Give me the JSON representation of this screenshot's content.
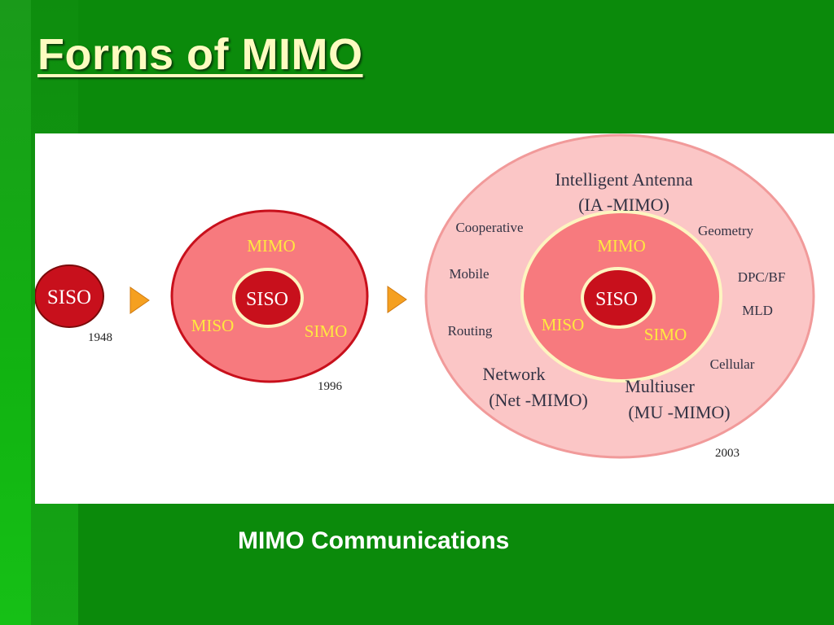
{
  "slide": {
    "title": "Forms of MIMO",
    "caption": "MIMO Communications"
  },
  "colors": {
    "background_green": "#0b8a0b",
    "title_color": "#fdfbc0",
    "siso_red": "#c8101c",
    "ring_pink": "#f77a7e",
    "outer_pink": "#fbc6c6",
    "arrow_orange": "#f5a020",
    "label_yellow": "#ffe840"
  },
  "diagram": {
    "stage1": {
      "core": "SISO",
      "year": "1948"
    },
    "stage2": {
      "core": "SISO",
      "top": "MIMO",
      "left": "MISO",
      "right": "SIMO",
      "year": "1996"
    },
    "stage3": {
      "core": "SISO",
      "ring_top": "MIMO",
      "ring_left": "MISO",
      "ring_right": "SIMO",
      "outer_title_1": "Intelligent Antenna",
      "outer_title_2": "(IA -MIMO)",
      "cooperative": "Cooperative",
      "geometry": "Geometry",
      "mobile": "Mobile",
      "dpc_bf": "DPC/BF",
      "mld": "MLD",
      "routing": "Routing",
      "cellular": "Cellular",
      "network_1": "Network",
      "network_2": "(Net -MIMO)",
      "multiuser_1": "Multiuser",
      "multiuser_2": "(MU -MIMO)",
      "year": "2003"
    }
  }
}
